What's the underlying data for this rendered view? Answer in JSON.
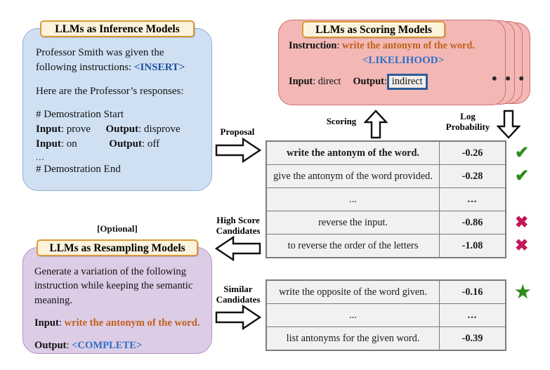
{
  "inference": {
    "title": "LLMs as Inference Models",
    "line1_a": "Professor Smith was given the",
    "line1_b": "following instructions: ",
    "insert_token": "<INSERT>",
    "line2": "Here are the Professor’s responses:",
    "demo_start": "# Demostration Start",
    "demo_rows": [
      {
        "input_label": "Input",
        "input_value": "prove",
        "output_label": "Output",
        "output_value": "disprove"
      },
      {
        "input_label": "Input",
        "input_value": "on",
        "output_label": "Output",
        "output_value": "off"
      }
    ],
    "ellipsis": "...",
    "demo_end": "# Demostration End"
  },
  "scoring": {
    "title": "LLMs as Scoring Models",
    "instruction_label": "Instruction",
    "instruction_value": "write the antonym of the word.",
    "likelihood_token": "<LIKELIHOOD>",
    "input_label": "Input",
    "input_value": "direct",
    "output_label": "Output",
    "output_value": "indirect",
    "stack_dots": "• • •"
  },
  "resampling": {
    "optional": "[Optional]",
    "title": "LLMs as Resampling Models",
    "body": "Generate a variation of the following instruction while keeping the semantic meaning.",
    "input_label": "Input",
    "input_value": "write the antonym of the word.",
    "output_label": "Output",
    "output_token": "<COMPLETE>"
  },
  "captions": {
    "proposal": "Proposal",
    "scoring": "Scoring",
    "log_probability_l1": "Log",
    "log_probability_l2": "Probability",
    "high_score_l1": "High Score",
    "high_score_l2": "Candidates",
    "similar_l1": "Similar",
    "similar_l2": "Candidates"
  },
  "tables": {
    "high_score": {
      "rows": [
        {
          "text": "write the antonym of the word.",
          "score": "-0.26",
          "score_color": "green",
          "mark": "check",
          "highlight": true
        },
        {
          "text": "give the antonym of the word provided.",
          "score": "-0.28",
          "score_color": "green",
          "mark": "check",
          "highlight": false
        },
        {
          "text": "...",
          "score": "...",
          "score_color": "dots",
          "mark": "",
          "highlight": false
        },
        {
          "text": "reverse the input.",
          "score": "-0.86",
          "score_color": "red",
          "mark": "x",
          "highlight": false
        },
        {
          "text": "to reverse the order of the letters",
          "score": "-1.08",
          "score_color": "red",
          "mark": "x",
          "highlight": false
        }
      ]
    },
    "similar": {
      "rows": [
        {
          "text": "write the opposite of the word given.",
          "score": "-0.16",
          "score_color": "green",
          "mark": "star",
          "highlight": false
        },
        {
          "text": "...",
          "score": "...",
          "score_color": "dots",
          "mark": "",
          "highlight": false
        },
        {
          "text": "list antonyms for the given word.",
          "score": "-0.39",
          "score_color": "red",
          "mark": "",
          "highlight": false
        }
      ]
    }
  },
  "colors": {
    "inference_bg": "#CFE0F3",
    "scoring_bg": "#F3B8B6",
    "resampling_bg": "#DDCCE6",
    "badge_bg": "#FDF3DC",
    "badge_border": "#D99A3A",
    "accent_orange": "#C0611A",
    "accent_blue": "#1F4E9C",
    "score_green": "#118A2C",
    "score_red": "#9C1B2E",
    "mark_check": "#2E8B1E",
    "mark_x": "#C2185B"
  },
  "marks": {
    "check": "✔",
    "x": "✖",
    "star": "★"
  }
}
